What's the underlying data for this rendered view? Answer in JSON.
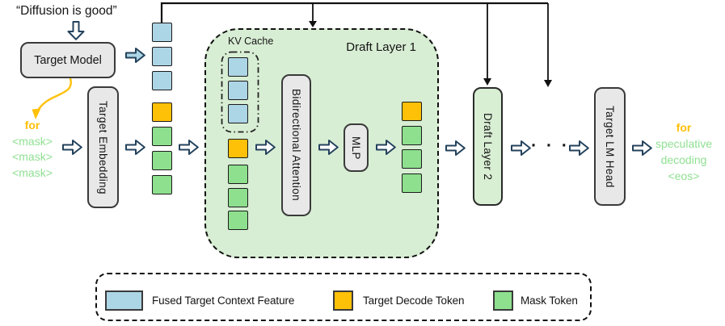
{
  "quote": "“Diffusion is good”",
  "nodes": {
    "target_model": "Target Model",
    "target_embedding": "Target Embedding",
    "draft_layer_1": "Draft Layer 1",
    "kv_cache": "KV Cache",
    "bidirectional_attention": "Bidirectional Attention",
    "mlp": "MLP",
    "draft_layer_2": "Draft Layer 2",
    "target_lm_head": "Target LM Head",
    "ellipsis": "· · ·"
  },
  "input_prompt": {
    "line1": "for",
    "masks": [
      "<mask>",
      "<mask>",
      "<mask>"
    ]
  },
  "output_prompt": {
    "line1": "for",
    "line2": "speculative",
    "line3": "decoding",
    "line4": "<eos>"
  },
  "tokens": {
    "input_column": [
      "context",
      "context",
      "context",
      "decode",
      "mask",
      "mask",
      "mask"
    ],
    "kv_cache_column": [
      "context",
      "context",
      "context"
    ],
    "draft_input_column": [
      "decode",
      "mask",
      "mask",
      "mask"
    ],
    "draft_output_column": [
      "decode",
      "mask",
      "mask",
      "mask"
    ]
  },
  "legend": {
    "items": [
      {
        "swatch": "context",
        "label": "Fused Target Context Feature"
      },
      {
        "swatch": "decode",
        "label": "Target Decode Token"
      },
      {
        "swatch": "mask",
        "label": "Mask Token"
      }
    ]
  },
  "colors": {
    "context_blue": "#ACD5E5",
    "decode_orange": "#FFC008",
    "mask_green": "#8EE08E",
    "draft_layer_bg": "#D8EED4",
    "node_gray": "#E8E8E8",
    "arrow_outline": "#24425C",
    "prompt_green_text": "#8FE092",
    "prompt_orange_text": "#FFC008",
    "connector_black": "#111111"
  }
}
